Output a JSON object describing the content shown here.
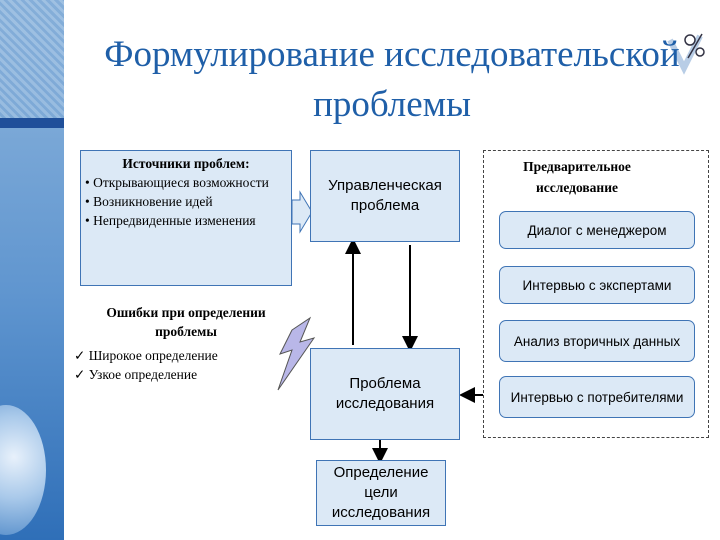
{
  "title": "Формулирование исследовательской проблемы",
  "sources": {
    "heading": "Источники проблем:",
    "items": [
      "• Открывающиеся возможности",
      "• Возникновение идей",
      "• Непредвиденные изменения"
    ]
  },
  "errors": {
    "heading": "Ошибки при определении проблемы",
    "items": [
      "Широкое определение",
      "Узкое определение"
    ]
  },
  "center_boxes": {
    "management": "Управленческая проблема",
    "research": "Проблема исследования",
    "goal": "Определение цели исследования"
  },
  "preliminary": {
    "heading": "Предварительное исследование",
    "items": [
      "Диалог с менеджером",
      "Интервью с экспертами",
      "Анализ вторичных данных",
      "Интервью с потребителями"
    ]
  },
  "colors": {
    "title": "#1f5fa8",
    "box_fill": "#dce9f6",
    "box_border": "#3f74b5",
    "lightning": "#b9b7e8"
  }
}
